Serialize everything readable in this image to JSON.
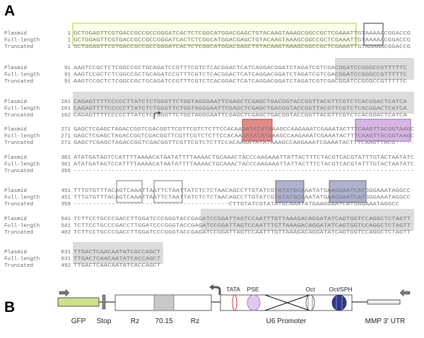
{
  "panel_a": {
    "label": "A",
    "sequence_names": [
      "Plasmid",
      "Full-length",
      "Truncated"
    ],
    "blocks": [
      {
        "nums": [
          "1",
          "1",
          "1"
        ],
        "seqs": [
          "GCTGGAGTTCGTGACCGCCGCCGGGATCACTCTCGGCATGGACGAGCTGTACAAGTAAAGCGGCCGCTCGAAATTGTAAAAACGGACCG",
          "GCTGGAGTTCGTGACCGCCGCCGGGATCACTCTCGGCATGGACGAGCTGTACAAGTAAAGCGGCCGCTCGAAATTGTAAAAACGGACCG",
          "GCTGGAGTTCGTGACCGCCGCCGGGATCACTCTCGGCATGGACGAGCTGTACAAGTAAAGCGGCCGCTCGAAATTGTAAAAACGGACCG"
        ]
      },
      {
        "nums": [
          "91",
          "91",
          "91"
        ],
        "seqs": [
          "AAGTCCGCTCTCGGCCGCTGCAGATCCGTTTCGTCTCACGGACTCATCAGGACGGATCTAGATCGTCGACGGATCCGGGCCGTTTTTC",
          "AAGTCCGCTCTCGGCCGCTGCAGATCCGTTTCGTCTCACGGACTCATCAGGACGGATCTAGATCGTCGACGGATCCGGGCCGTTTTTC",
          "AAGTCCGCTCTCGGCCGCTGCAGATCCGTTTCGTCTCACGGACTCATCAGGACGGATCTAGATCGTCGACGGATCCGGGCCGTTTTTC"
        ]
      },
      {
        "nums": [
          "181",
          "181",
          "162"
        ],
        "seqs": [
          "CAGAGTTTTCCCCCTTATCTCTGGGTTCTGGTAGGGAATTCGAGCTCGAGCTGACGGTACCGGTTACGTTCGTCTCACGGACTCATCA",
          "CAGAGTTTTCCCCCTTATCTCTGGGTTCTGGTAGGGAATTCGAGCTCGAGCTGACGGTACCGGTTACGTTCGTCTCACGGACTCATCA",
          "CAGAGTTTTCCCCCTTATCTCTGGGTTCTGGTAGGGAATTCGAGCTCGAGCTGACGGTACCGGTTACGTTCGTCTCACGGACTCATCA"
        ]
      },
      {
        "nums": [
          "271",
          "271",
          "271"
        ],
        "seqs": [
          "GAGCTCGAGCTAGACCGGTCGACGGTTCGTTCGTCTCTTCCACAAGATATATAAAGCCAAGAAATCGAAATACTTTCAAGTTACGGTAAGC",
          "GAGCTCGAGCTAGACCGGTCGACGGTTCGTTCGTCTCTTCCACAAGATATATAAAGCCAAGAAATCGAAATACTTTCAAGTTACGGTAAGC",
          "GAGCTCGAGCTAGACCGGTCGACGGTTCGTTCGTCTCTTCCACAAGATATATAAAGCCAAGAAATCGAAATACTTTCAAGTTACG-----"
        ]
      },
      {
        "nums": [
          "361",
          "361",
          "355"
        ],
        "seqs": [
          "ATATGATAGTCCATTTTAAAACATAATATTTTAAAACTGCAAACTACCCAAGAAATTATTACTTTCTACGTCACGTATTTGTACTAATATC",
          "ATATGATAGTCCATTTTAAAACATAATATTTTAAAACTGCAAACTACCCAAGAAATTATTACTTTCTACGTCACGTATTTGTACTAATATC",
          "------------------------------------------------------------------------------------------"
        ]
      },
      {
        "nums": [
          "451",
          "451",
          "359"
        ],
        "seqs": [
          "TTTGTGTTTACAGTCAAATTAATTCTAATTATCTCTCTAACAGCCTTGTATCGTATATGCAAATATGAAGGAATCATGGGAAATAGGCC",
          "TTTGTGTTTACAGTCAAATTAATTCTAATTATCTCTCTAACAGCCTTGTATCGTATATGCAAATATGAAGGAATCATGGGAAATAGGCC",
          "-----------------------------------------CTTGTATCGTATATGCAAATATGAAGGAATCATGGGAAATAGGCC"
        ]
      },
      {
        "nums": [
          "541",
          "541",
          "402"
        ],
        "seqs": [
          "TCTTCCTGCCCGACCTTGGATCCCGGGTACCGAGATCCGGATTAGTCCAATTTGTTAAAGACAGGATATCAGTGGTCCAGGCTCTAGTT",
          "TCTTCCTGCCCGACCTTGGATCCCGGGTACCGAGATCCGGATTAGTCCAATTTGTTAAAGACAGGATATCAGTGGTCCAGGCTCTAGTT",
          "TCTTCCTGCCCGACCTTGGATCCCGGGTACCGAGATCCGGATTAGTCCAATTTGTTAAAGACAGGATATCAGTGGTCCAGGCTCTAGTT"
        ]
      },
      {
        "nums": [
          "631",
          "631",
          "492"
        ],
        "seqs": [
          "TTGACTCAACAATATCACCAGCT",
          "TTGACTCAACAATATCACCAGCT",
          "TTGACTCAACAATATCACCAGCT"
        ]
      }
    ]
  },
  "panel_b": {
    "label": "B",
    "labels": {
      "gfp": "GFP",
      "stop": "Stop",
      "rz_left": "Rz",
      "region": "70.15",
      "rz_right": "Rz",
      "u6": "U6 Promoter",
      "mmp": "MMP 3' UTR",
      "tata": "TATA",
      "pse": "PSE",
      "oct": "Oct",
      "octsph": "Oct/SPH"
    },
    "colors": {
      "gfp": "#cfe08a",
      "green_box": "#b6d94a",
      "red_box": "#e08a8a",
      "purple_box": "#d7b6e6",
      "blue_box": "#aeb1cf",
      "gray_box": "#dcdcdc"
    }
  }
}
